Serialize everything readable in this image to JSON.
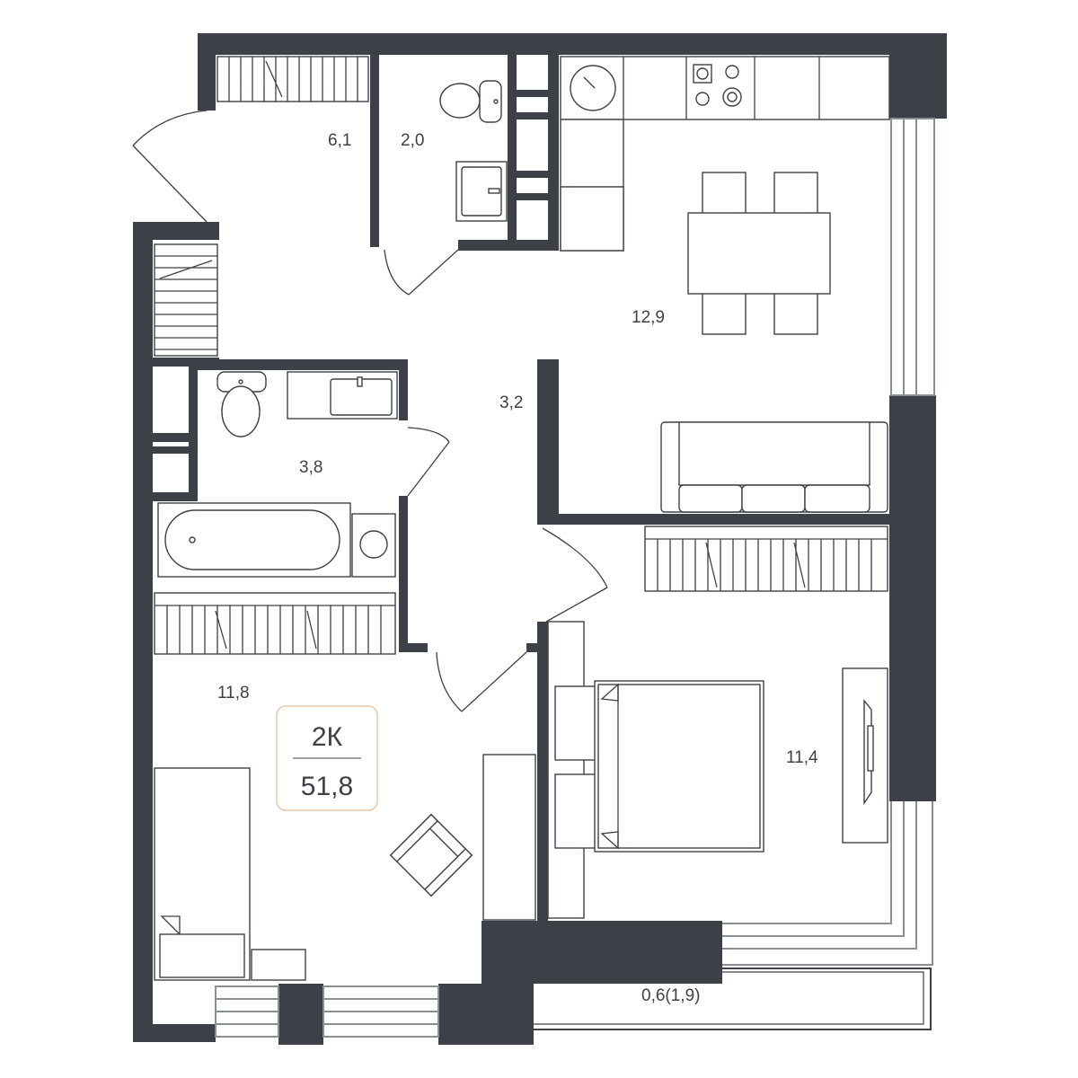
{
  "plan": {
    "rooms": [
      {
        "id": "hall",
        "area": "6,1"
      },
      {
        "id": "wc",
        "area": "2,0"
      },
      {
        "id": "kitchen",
        "area": "12,9"
      },
      {
        "id": "corridor",
        "area": "3,2"
      },
      {
        "id": "bath",
        "area": "3,8"
      },
      {
        "id": "room-left",
        "area": "11,8"
      },
      {
        "id": "room-right",
        "area": "11,4"
      },
      {
        "id": "balcony",
        "area": "0,6(1,9)"
      }
    ],
    "badge": {
      "rooms": "2К",
      "total_area": "51,8"
    },
    "colors": {
      "wall": "#3d4147",
      "badge_border": "#e8c9a8",
      "window": "#8a8f96"
    }
  }
}
